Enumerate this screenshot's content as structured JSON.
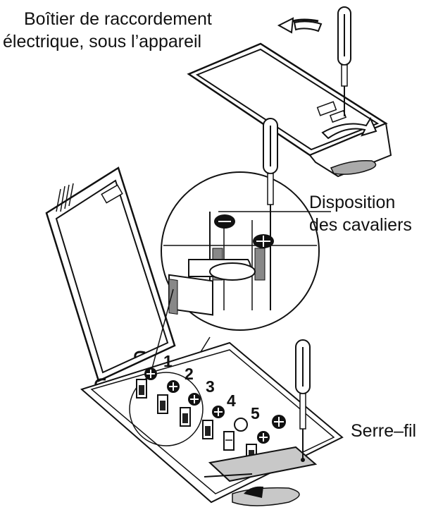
{
  "labels": {
    "junction_box_line1": "Boîtier de raccordement",
    "junction_box_line2": "électrique, sous l’appareil",
    "jumper_line1": "Disposition",
    "jumper_line2": "des cavaliers",
    "strain_relief": "Serre–fil"
  },
  "terminals": [
    "1",
    "2",
    "3",
    "4",
    "5"
  ],
  "colors": {
    "line": "#111111",
    "fill_gray": "#888888",
    "light_gray": "#c8c8c8",
    "background": "#ffffff"
  }
}
